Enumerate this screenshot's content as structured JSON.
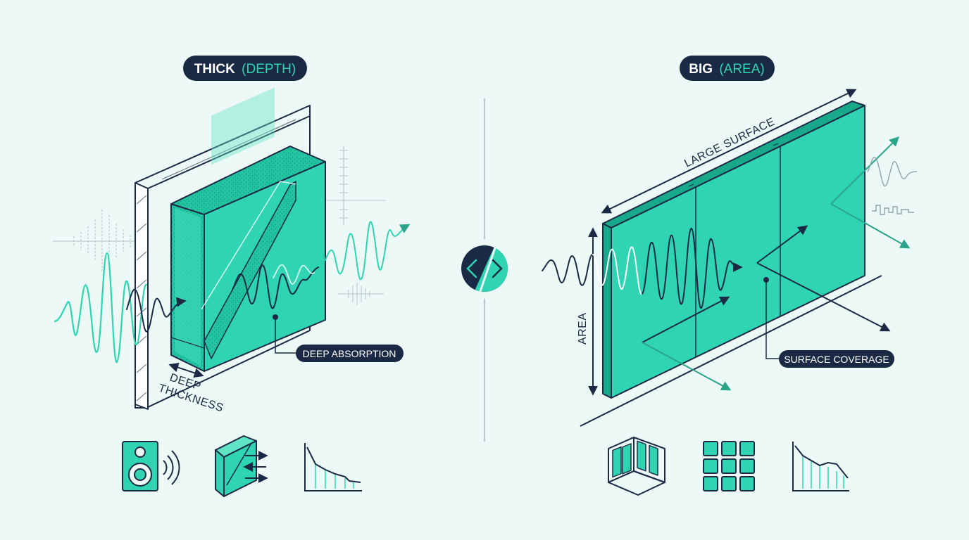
{
  "left_panel": {
    "title_main": "THICK",
    "title_paren": "(DEPTH)",
    "callout": "DEEP ABSORPTION",
    "dimension_line1": "DEEP",
    "dimension_line2": "THICKNESS",
    "icons": [
      "speaker-icon",
      "layered-panel-icon",
      "decay-graph-icon"
    ]
  },
  "right_panel": {
    "title_main": "BIG",
    "title_paren": "(AREA)",
    "callout": "SURFACE COVERAGE",
    "dimension_top": "LARGE SURFACE",
    "dimension_side": "AREA",
    "icons": [
      "room-corner-icon",
      "panel-grid-icon",
      "decay-graph-icon"
    ]
  },
  "center": {
    "icon": "compare-arrows-icon"
  },
  "colors": {
    "background": "#ecf9f6",
    "navy": "#1b2a44",
    "teal": "#2fd5b2",
    "teal_dark": "#18a88a",
    "teal_light": "#5fe4c6",
    "accent_line": "#2aa58c"
  }
}
